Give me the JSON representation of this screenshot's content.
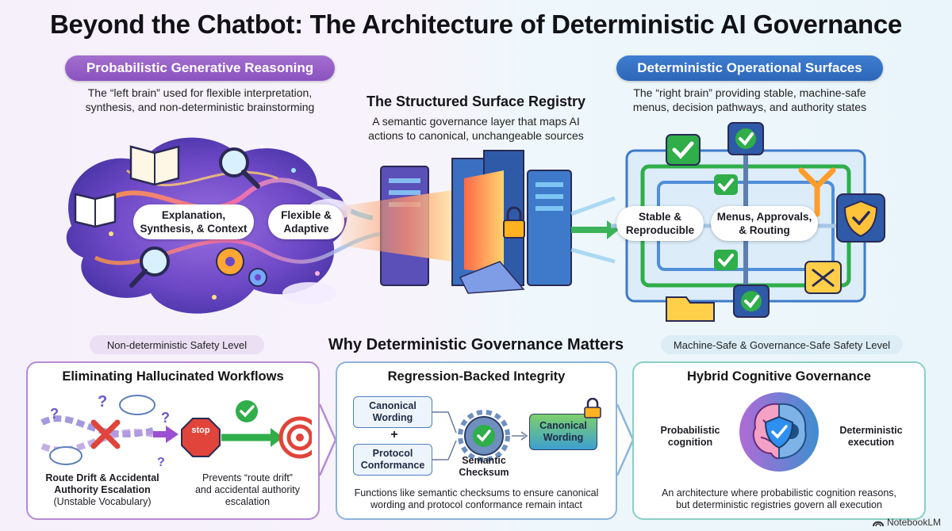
{
  "title": "Beyond the Chatbot: The Architecture of Deterministic AI Governance",
  "left": {
    "pill": "Probabilistic Generative Reasoning",
    "desc_line1": "The “left brain” used for flexible interpretation,",
    "desc_line2": "synthesis, and non-deterministic brainstorming",
    "bubble1_line1": "Explanation,",
    "bubble1_line2": "Synthesis, & Context",
    "bubble2_line1": "Flexible &",
    "bubble2_line2": "Adaptive"
  },
  "center": {
    "title": "The Structured Surface Registry",
    "desc_line1": "A semantic governance layer that maps AI",
    "desc_line2": "actions to canonical, unchangeable sources"
  },
  "right": {
    "pill": "Deterministic Operational Surfaces",
    "desc_line1": "The “right brain” providing stable, machine-safe",
    "desc_line2": "menus, decision pathways, and authority states",
    "bubble1_line1": "Stable &",
    "bubble1_line2": "Reproducible",
    "bubble2_line1": "Menus, Approvals,",
    "bubble2_line2": "& Routing"
  },
  "tags": {
    "left": "Non-deterministic Safety Level",
    "right": "Machine-Safe & Governance-Safe Safety Level"
  },
  "section_title": "Why Deterministic Governance Matters",
  "card1": {
    "title": "Eliminating Hallucinated Workflows",
    "stop": "stop",
    "caption_left_line1": "Route Drift & Accidental",
    "caption_left_line2": "Authority Escalation",
    "caption_left_line3": "(Unstable Vocabulary)",
    "caption_right_line1": "Prevents “route drift”",
    "caption_right_line2": "and accidental authority",
    "caption_right_line3": "escalation"
  },
  "card2": {
    "title": "Regression-Backed Integrity",
    "box1_line1": "Canonical",
    "box1_line2": "Wording",
    "plus": "+",
    "box2_line1": "Protocol",
    "box2_line2": "Conformance",
    "gear_line1": "Semantic",
    "gear_line2": "Checksum",
    "result_line1": "Canonical",
    "result_line2": "Wording",
    "caption_line1": "Functions like semantic checksums to ensure canonical",
    "caption_line2": "wording and protocol conformance remain intact"
  },
  "card3": {
    "title": "Hybrid Cognitive Governance",
    "left_line1": "Probabilistic",
    "left_line2": "cognition",
    "right_line1": "Deterministic",
    "right_line2": "execution",
    "caption_line1": "An architecture where probabilistic cognition reasons,",
    "caption_line2": "but deterministic registries govern all execution"
  },
  "footer": "NotebookLM",
  "colors": {
    "purple": "#8a52bf",
    "blue": "#2c66b8",
    "teal": "#8ccfc3",
    "green": "#2fae4a",
    "stop_red": "#e0443a"
  }
}
